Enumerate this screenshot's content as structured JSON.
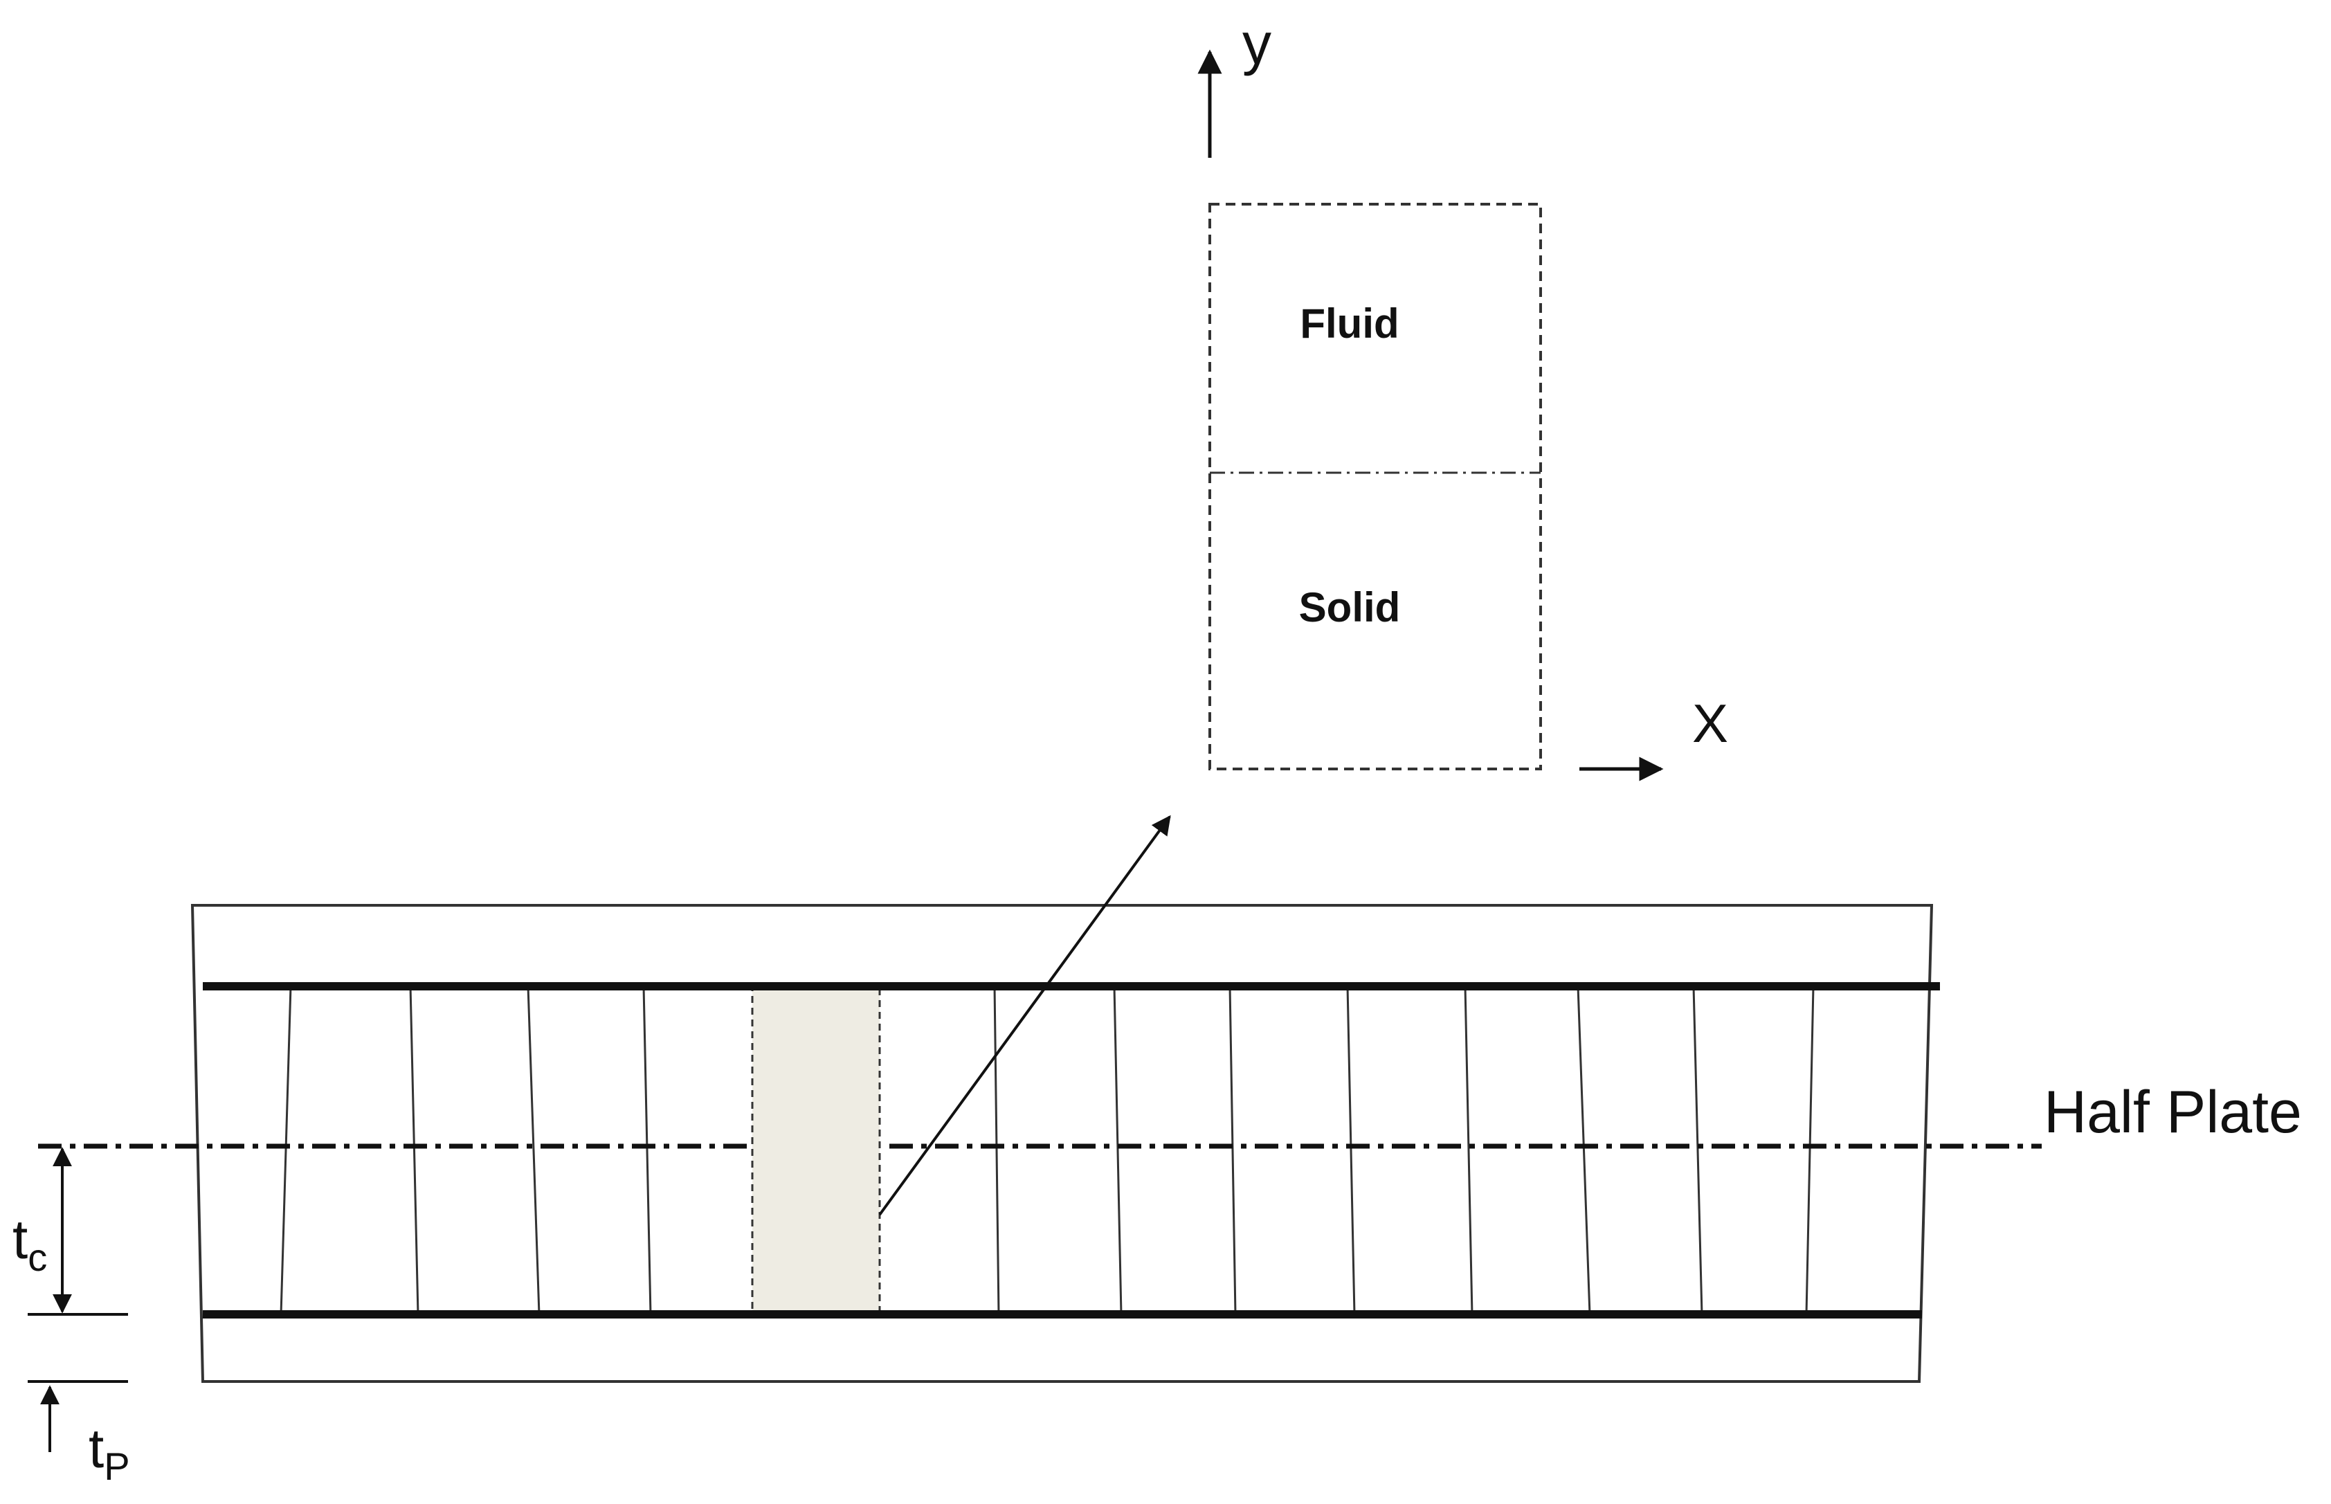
{
  "labels": {
    "axis_y": "y",
    "axis_x": "X",
    "fluid": "Fluid",
    "solid": "Solid",
    "half_plate": "Half Plate",
    "tc_main": "t",
    "tc_sub": "c",
    "tp_main": "t",
    "tp_sub": "P"
  },
  "colors": {
    "line": "#111111",
    "frame": "#333333",
    "highlight_fill": "#eeece3"
  }
}
